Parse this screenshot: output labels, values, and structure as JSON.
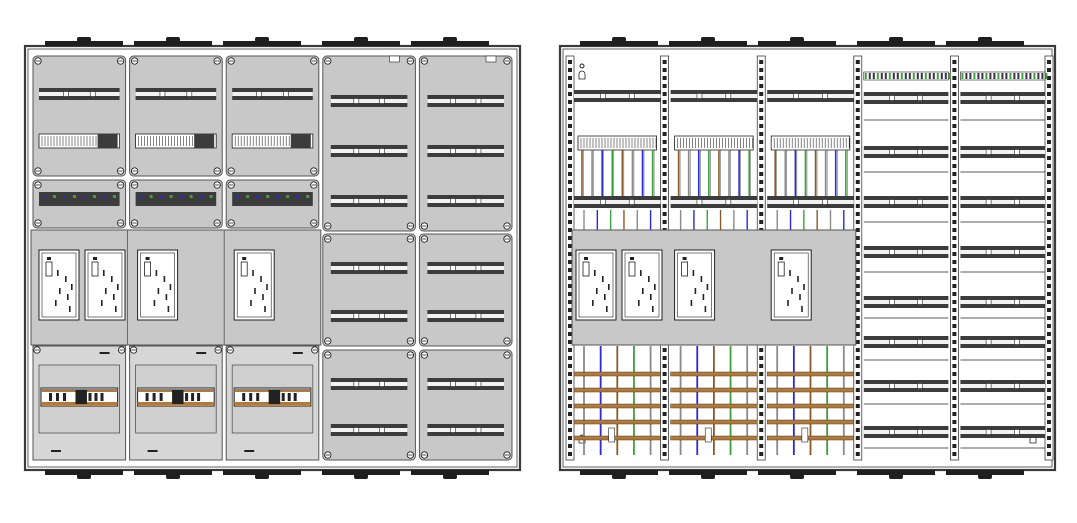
{
  "figure": {
    "views": [
      {
        "id": "front-view",
        "panel_count": 5
      },
      {
        "id": "internal-view",
        "panel_count": 5
      }
    ],
    "colors": {
      "frame": "#3a3a3a",
      "cover_grey": "#c8c8c8",
      "din_rail": "#3c3c3c",
      "terminal_brown": "#b07a3c",
      "wire_green": "#3ca23c",
      "wire_blue": "#2a2ad8",
      "wire_brown": "#8b5a2b",
      "wire_grey": "#8a8a8a",
      "foot": "#1f1f1f"
    }
  }
}
